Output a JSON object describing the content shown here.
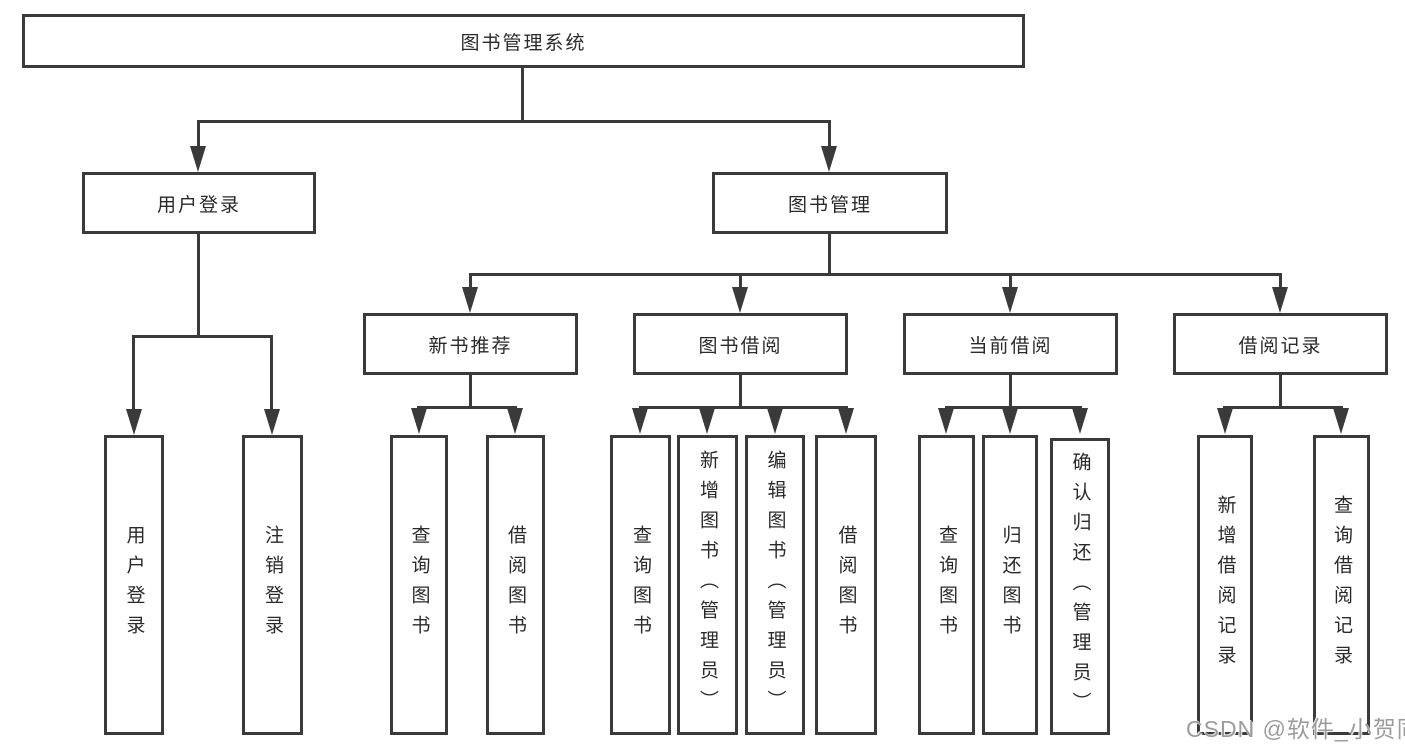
{
  "diagram_title": "图书管理系统",
  "nodes": {
    "root": {
      "label": "图书管理系统"
    },
    "user_login_branch": {
      "label": "用户登录"
    },
    "book_management_branch": {
      "label": "图书管理"
    },
    "new_book_recommend": {
      "label": "新书推荐"
    },
    "book_borrow": {
      "label": "图书借阅"
    },
    "current_borrow": {
      "label": "当前借阅"
    },
    "borrow_record": {
      "label": "借阅记录"
    },
    "leaf_user_login": {
      "label": "用户登录"
    },
    "leaf_logout": {
      "label": "注销登录"
    },
    "leaf_query_book_rec": {
      "label": "查询图书"
    },
    "leaf_borrow_book_rec": {
      "label": "借阅图书"
    },
    "leaf_query_book_borrow": {
      "label": "查询图书"
    },
    "leaf_add_book": {
      "label": "新增图书（管理员）"
    },
    "leaf_edit_book": {
      "label": "编辑图书（管理员）"
    },
    "leaf_borrow_book": {
      "label": "借阅图书"
    },
    "leaf_query_book_current": {
      "label": "查询图书"
    },
    "leaf_return_book": {
      "label": "归还图书"
    },
    "leaf_confirm_return": {
      "label": "确认归还（管理员）"
    },
    "leaf_add_borrow_record": {
      "label": "新增借阅记录"
    },
    "leaf_query_borrow_record": {
      "label": "查询借阅记录"
    }
  },
  "watermark": "CSDN @软件_小贺同学",
  "colors": {
    "line": "#3a3a3a",
    "text": "#2a2a2a",
    "watermark": "#9c9c9c",
    "background": "#ffffff"
  }
}
